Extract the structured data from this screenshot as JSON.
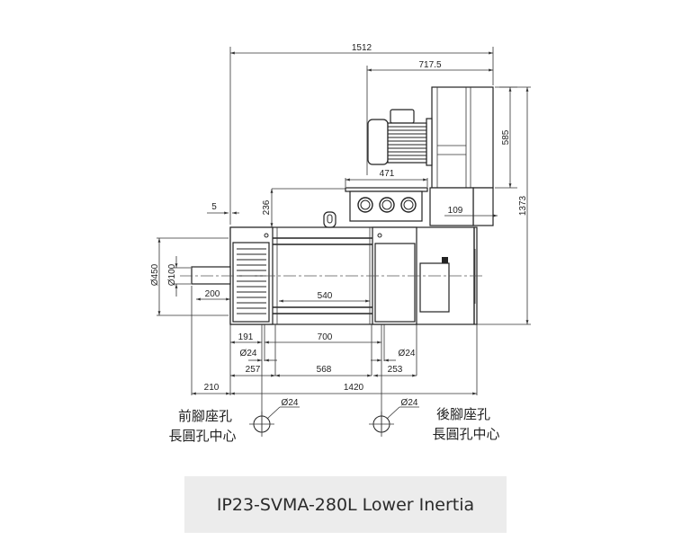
{
  "drawing": {
    "dimensions": {
      "overall_length": "1512",
      "blower_offset": "717.5",
      "blower_height": "585",
      "overall_height": "1373",
      "terminal_box_width": "471",
      "blower_side_offset": "109",
      "shaft_gap": "5",
      "terminal_height": "236",
      "frame_diameter": "Ø450",
      "shaft_diameter": "Ø100",
      "shaft_length": "200",
      "body_span": "540",
      "foot_front": "191",
      "foot_span": "700",
      "hole_front": "Ø24",
      "hole_rear": "Ø24",
      "base_front": "257",
      "base_mid": "568",
      "base_rear": "253",
      "shaft_extension": "210",
      "base_length": "1420",
      "callout_front_hole": "Ø24",
      "callout_rear_hole": "Ø24"
    },
    "labels": {
      "front_foot_line1": "前腳座孔",
      "front_foot_line2": "長圓孔中心",
      "rear_foot_line1": "後腳座孔",
      "rear_foot_line2": "長圓孔中心"
    }
  },
  "caption": {
    "title": "IP23-SVMA-280L Lower Inertia"
  }
}
